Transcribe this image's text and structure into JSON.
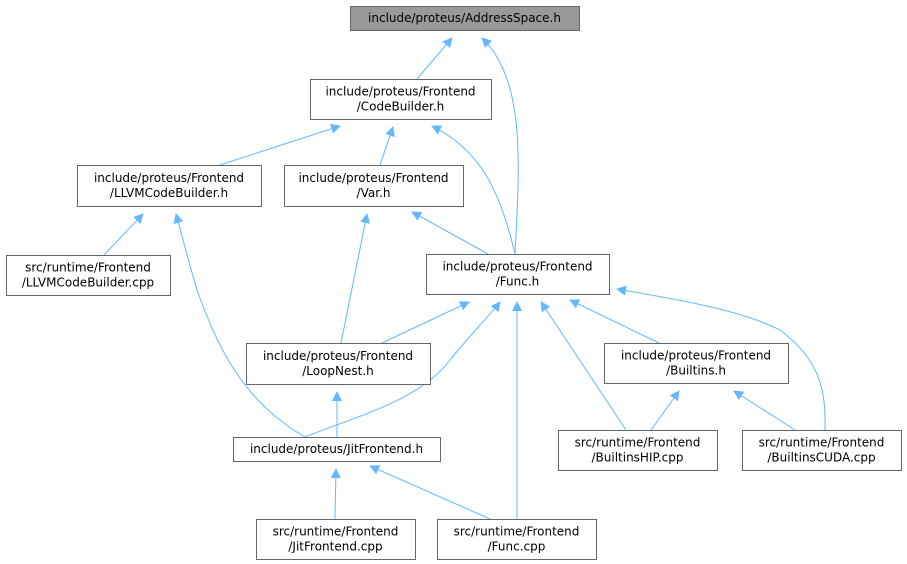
{
  "graph": {
    "title": "include/proteus/AddressSpace.h include dependency graph",
    "colors": {
      "root_fill": "#999999",
      "edge": "#63b8ff",
      "border": "#666666"
    },
    "nodes": [
      {
        "id": "addr",
        "lines": [
          "include/proteus/AddressSpace.h"
        ],
        "root": true
      },
      {
        "id": "cb",
        "lines": [
          "include/proteus/Frontend",
          "/CodeBuilder.h"
        ]
      },
      {
        "id": "llvmcb",
        "lines": [
          "include/proteus/Frontend",
          "/LLVMCodeBuilder.h"
        ]
      },
      {
        "id": "var",
        "lines": [
          "include/proteus/Frontend",
          "/Var.h"
        ]
      },
      {
        "id": "llvmcbcpp",
        "lines": [
          "src/runtime/Frontend",
          "/LLVMCodeBuilder.cpp"
        ]
      },
      {
        "id": "func",
        "lines": [
          "include/proteus/Frontend",
          "/Func.h"
        ]
      },
      {
        "id": "loopnest",
        "lines": [
          "include/proteus/Frontend",
          "/LoopNest.h"
        ]
      },
      {
        "id": "builtins",
        "lines": [
          "include/proteus/Frontend",
          "/Builtins.h"
        ]
      },
      {
        "id": "jit",
        "lines": [
          "include/proteus/JitFrontend.h"
        ]
      },
      {
        "id": "bhip",
        "lines": [
          "src/runtime/Frontend",
          "/BuiltinsHIP.cpp"
        ]
      },
      {
        "id": "bcuda",
        "lines": [
          "src/runtime/Frontend",
          "/BuiltinsCUDA.cpp"
        ]
      },
      {
        "id": "jitcpp",
        "lines": [
          "src/runtime/Frontend",
          "/JitFrontend.cpp"
        ]
      },
      {
        "id": "funccpp",
        "lines": [
          "src/runtime/Frontend",
          "/Func.cpp"
        ]
      }
    ],
    "edges": [
      {
        "from": "cb",
        "to": "addr"
      },
      {
        "from": "func",
        "to": "addr"
      },
      {
        "from": "llvmcb",
        "to": "cb"
      },
      {
        "from": "var",
        "to": "cb"
      },
      {
        "from": "func",
        "to": "cb"
      },
      {
        "from": "llvmcbcpp",
        "to": "llvmcb"
      },
      {
        "from": "jit",
        "to": "llvmcb"
      },
      {
        "from": "func",
        "to": "var"
      },
      {
        "from": "loopnest",
        "to": "var"
      },
      {
        "from": "loopnest",
        "to": "func"
      },
      {
        "from": "jit",
        "to": "func"
      },
      {
        "from": "funccpp",
        "to": "func"
      },
      {
        "from": "bhip",
        "to": "func"
      },
      {
        "from": "builtins",
        "to": "func"
      },
      {
        "from": "bcuda",
        "to": "func"
      },
      {
        "from": "jit",
        "to": "loopnest"
      },
      {
        "from": "bhip",
        "to": "builtins"
      },
      {
        "from": "bcuda",
        "to": "builtins"
      },
      {
        "from": "jitcpp",
        "to": "jit"
      },
      {
        "from": "funccpp",
        "to": "jit"
      }
    ]
  }
}
